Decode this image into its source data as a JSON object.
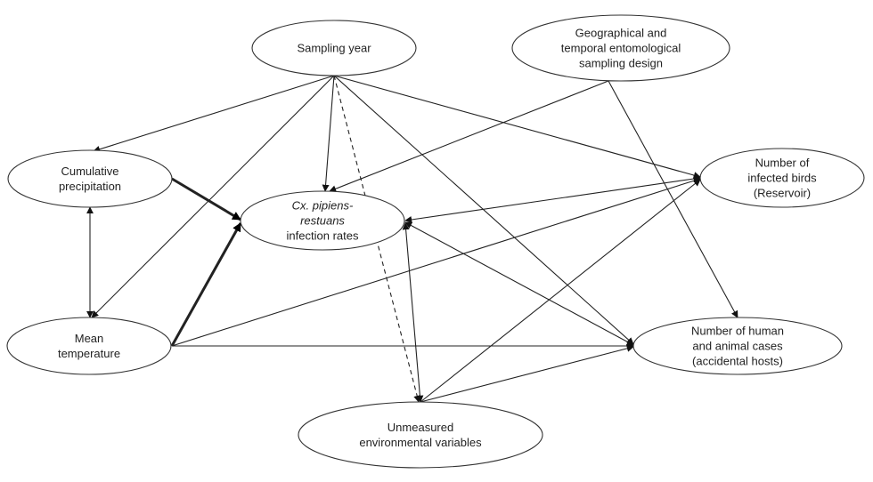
{
  "title": "Causal diagram of West Nile virus transmission factors",
  "nodes": [
    {
      "id": "sampling_year",
      "lines": [
        {
          "text": "Sampling year",
          "italic": false
        }
      ]
    },
    {
      "id": "geo_design",
      "lines": [
        {
          "text": "Geographical and",
          "italic": false
        },
        {
          "text": "temporal entomological",
          "italic": false
        },
        {
          "text": "sampling design",
          "italic": false
        }
      ]
    },
    {
      "id": "precip",
      "lines": [
        {
          "text": "Cumulative",
          "italic": false
        },
        {
          "text": "precipitation",
          "italic": false
        }
      ]
    },
    {
      "id": "infection",
      "lines": [
        {
          "text": "Cx. pipiens-",
          "italic": true
        },
        {
          "text": "restuans",
          "italic": true
        },
        {
          "text": "infection rates",
          "italic": false
        }
      ]
    },
    {
      "id": "birds",
      "lines": [
        {
          "text": "Number of",
          "italic": false
        },
        {
          "text": "infected birds",
          "italic": false
        },
        {
          "text": "(Reservoir)",
          "italic": false
        }
      ]
    },
    {
      "id": "temp",
      "lines": [
        {
          "text": "Mean",
          "italic": false
        },
        {
          "text": "temperature",
          "italic": false
        }
      ]
    },
    {
      "id": "human",
      "lines": [
        {
          "text": "Number of human",
          "italic": false
        },
        {
          "text": "and animal cases",
          "italic": false
        },
        {
          "text": "(accidental hosts)",
          "italic": false
        }
      ]
    },
    {
      "id": "unmeasured",
      "lines": [
        {
          "text": "Unmeasured",
          "italic": false
        },
        {
          "text": "environmental variables",
          "italic": false
        }
      ]
    }
  ],
  "edges": [
    {
      "from": "sampling_year",
      "to": "precip",
      "style": "solid",
      "weight": "normal",
      "bidirectional": false
    },
    {
      "from": "sampling_year",
      "to": "temp",
      "style": "solid",
      "weight": "normal",
      "bidirectional": false
    },
    {
      "from": "sampling_year",
      "to": "infection",
      "style": "solid",
      "weight": "normal",
      "bidirectional": false
    },
    {
      "from": "sampling_year",
      "to": "unmeasured",
      "style": "dashed",
      "weight": "normal",
      "bidirectional": false
    },
    {
      "from": "sampling_year",
      "to": "birds",
      "style": "solid",
      "weight": "normal",
      "bidirectional": false
    },
    {
      "from": "sampling_year",
      "to": "human",
      "style": "solid",
      "weight": "normal",
      "bidirectional": false
    },
    {
      "from": "geo_design",
      "to": "infection",
      "style": "solid",
      "weight": "normal",
      "bidirectional": false
    },
    {
      "from": "geo_design",
      "to": "human",
      "style": "solid",
      "weight": "normal",
      "bidirectional": false
    },
    {
      "from": "precip",
      "to": "infection",
      "style": "solid",
      "weight": "bold",
      "bidirectional": false
    },
    {
      "from": "temp",
      "to": "infection",
      "style": "solid",
      "weight": "bold",
      "bidirectional": false
    },
    {
      "from": "precip",
      "to": "temp",
      "style": "solid",
      "weight": "normal",
      "bidirectional": true
    },
    {
      "from": "temp",
      "to": "birds",
      "style": "solid",
      "weight": "normal",
      "bidirectional": false
    },
    {
      "from": "temp",
      "to": "human",
      "style": "solid",
      "weight": "normal",
      "bidirectional": false
    },
    {
      "from": "infection",
      "to": "birds",
      "style": "solid",
      "weight": "normal",
      "bidirectional": true
    },
    {
      "from": "infection",
      "to": "human",
      "style": "solid",
      "weight": "normal",
      "bidirectional": true
    },
    {
      "from": "infection",
      "to": "unmeasured",
      "style": "solid",
      "weight": "normal",
      "bidirectional": true
    },
    {
      "from": "unmeasured",
      "to": "birds",
      "style": "solid",
      "weight": "normal",
      "bidirectional": false
    },
    {
      "from": "unmeasured",
      "to": "human",
      "style": "solid",
      "weight": "normal",
      "bidirectional": false
    }
  ]
}
